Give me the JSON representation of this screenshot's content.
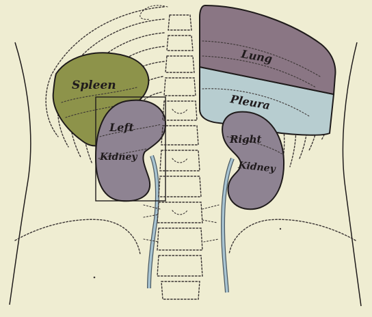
{
  "labels": {
    "spleen": "Spleen",
    "left": "Left",
    "left_kidney": "Kidney",
    "lung": "Lung",
    "pleura": "Pleura",
    "right": "Right",
    "right_kidney": "Kidney"
  },
  "colors": {
    "background": "#efedd2",
    "spleen": "#8d934a",
    "kidney": "#8e8392",
    "lung": "#8a7684",
    "pleura": "#b7cdd0",
    "ureter": "#a8c4d2",
    "outline": "#1e1a1a"
  }
}
